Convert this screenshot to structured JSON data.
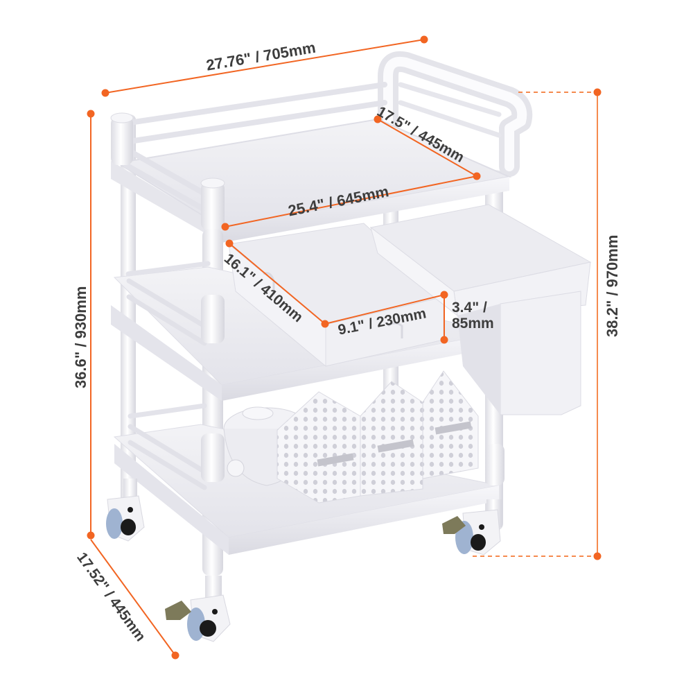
{
  "diagram": {
    "subject": "Three-tier white utility cart with two pull-out drawers, side bin, bowl holder, three storage baskets and lockable casters",
    "colors": {
      "dimension_line": "#f26522",
      "dimension_line_light": "#f58a4e",
      "label_text": "#3d3d3d",
      "cart_body": "#eeeef2",
      "cart_shadow": "#d4d4dc",
      "caster_wheel": "#9fb3d1",
      "brake_pedal": "#7d7a5a",
      "background": "#ffffff"
    }
  },
  "dimensions": {
    "overall_width": {
      "label": "27.76\" / 705mm",
      "inches": 27.76,
      "mm": 705
    },
    "top_depth": {
      "label": "17.5\" / 445mm",
      "inches": 17.5,
      "mm": 445
    },
    "top_width": {
      "label": "25.4\" / 645mm",
      "inches": 25.4,
      "mm": 645
    },
    "drawer_depth": {
      "label": "16.1\" / 410mm",
      "inches": 16.1,
      "mm": 410
    },
    "drawer_width": {
      "label": "9.1\" / 230mm",
      "inches": 9.1,
      "mm": 230
    },
    "drawer_height": {
      "label_line1": "3.4\" /",
      "label_line2": "85mm",
      "inches": 3.4,
      "mm": 85
    },
    "shelf_height": {
      "label": "36.6\" / 930mm",
      "inches": 36.6,
      "mm": 930
    },
    "overall_height": {
      "label": "38.2\" / 970mm",
      "inches": 38.2,
      "mm": 970
    },
    "base_depth": {
      "label": "17.52\" / 445mm",
      "inches": 17.52,
      "mm": 445
    }
  }
}
